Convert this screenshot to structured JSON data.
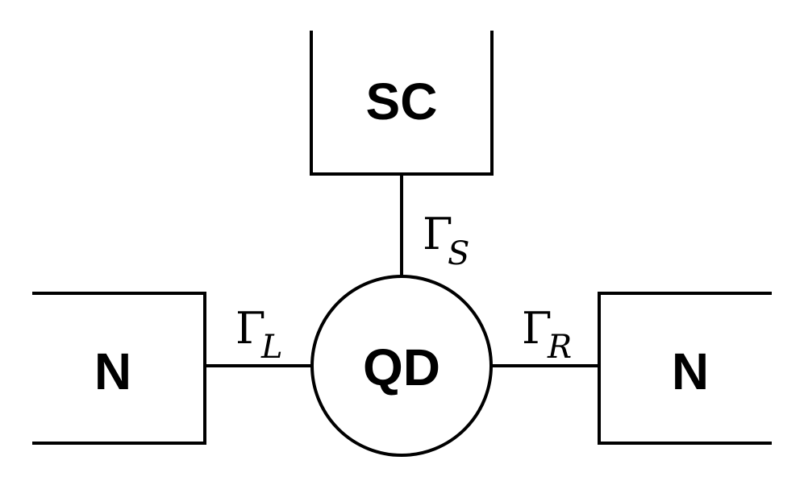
{
  "diagram": {
    "superconductor": {
      "label": "SC"
    },
    "quantum_dot": {
      "label": "QD"
    },
    "left_lead": {
      "label": "N"
    },
    "right_lead": {
      "label": "N"
    },
    "couplings": {
      "source": {
        "symbol": "Γ",
        "subscript": "S"
      },
      "left": {
        "symbol": "Γ",
        "subscript": "L"
      },
      "right": {
        "symbol": "Γ",
        "subscript": "R"
      }
    }
  }
}
